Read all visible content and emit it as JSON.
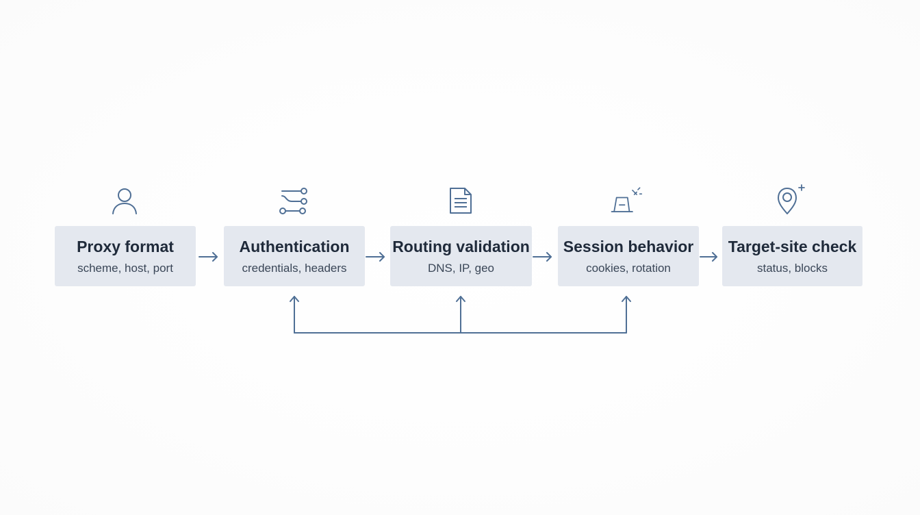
{
  "steps": [
    {
      "title": "Proxy format",
      "subtitle": "scheme, host, port",
      "icon": "user-icon"
    },
    {
      "title": "Authentication",
      "subtitle": "credentials, headers",
      "icon": "sliders-icon"
    },
    {
      "title": "Routing validation",
      "subtitle": "DNS, IP, geo",
      "icon": "document-icon"
    },
    {
      "title": "Session behavior",
      "subtitle": "cookies, rotation",
      "icon": "session-icon"
    },
    {
      "title": "Target-site check",
      "subtitle": "status, blocks",
      "icon": "location-pin-icon"
    }
  ],
  "colors": {
    "box_fill": "#e4e8ef",
    "accent": "#4f6f95",
    "title_text": "#1f2a3a",
    "subtitle_text": "#3a4657"
  }
}
